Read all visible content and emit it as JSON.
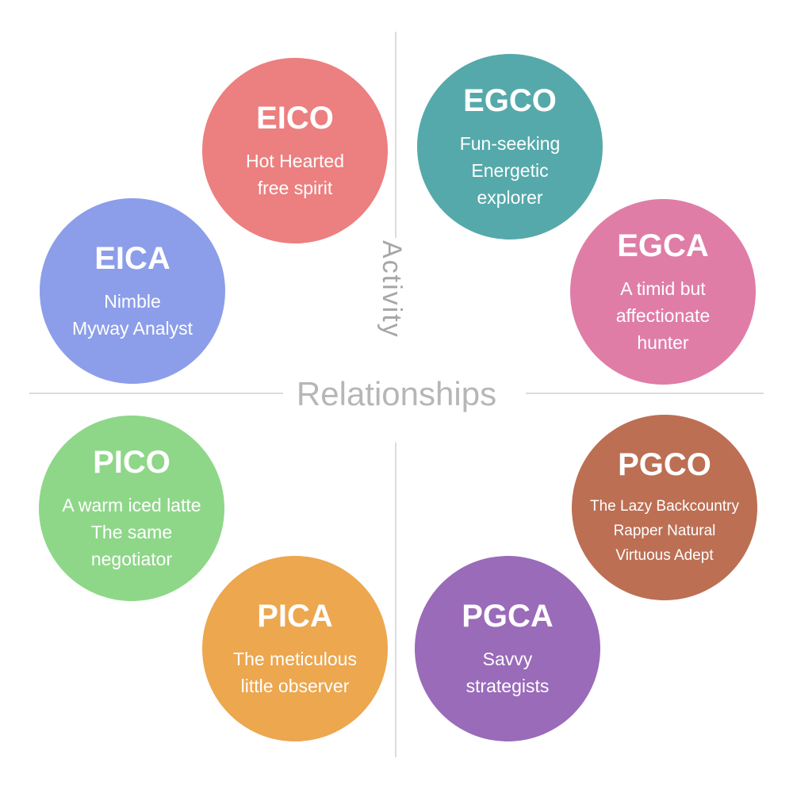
{
  "diagram": {
    "axes": {
      "vertical_label": "Activity",
      "horizontal_label": "Relationships",
      "line_color": "#dcdcdc",
      "label_color": "#b6b6b6"
    },
    "types": [
      {
        "code": "EICO",
        "description": "Hot Hearted\nfree spirit",
        "color": "#ec7f7f"
      },
      {
        "code": "EGCO",
        "description": "Fun-seeking\nEnergetic\nexplorer",
        "color": "#55a9ab"
      },
      {
        "code": "EICA",
        "description": "Nimble\nMyway Analyst",
        "color": "#8c9ee9"
      },
      {
        "code": "EGCA",
        "description": "A timid but\naffectionate\nhunter",
        "color": "#df7da7"
      },
      {
        "code": "PICO",
        "description": "A warm iced latte\nThe same\nnegotiator",
        "color": "#8ed789"
      },
      {
        "code": "PGCO",
        "description": "The Lazy Backcountry\nRapper Natural\nVirtuous Adept",
        "color": "#bc6f53"
      },
      {
        "code": "PICA",
        "description": "The meticulous\nlittle observer",
        "color": "#eca74f"
      },
      {
        "code": "PGCA",
        "description": "Savvy\nstrategists",
        "color": "#9a6bb9"
      }
    ]
  }
}
